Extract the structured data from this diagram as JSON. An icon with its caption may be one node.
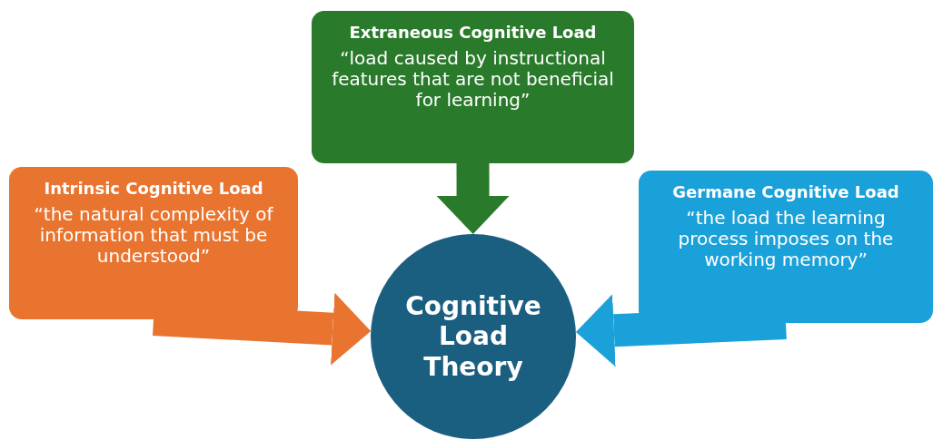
{
  "diagram": {
    "nodes": [
      {
        "text": [
          "Extraneous Cognitive Load",
          "“load caused by instructional features that are not beneficial for learning”"
        ]
      },
      {
        "text": [
          "Intrinsic Cognitive Load",
          "“the natural complexity of information that must be understood”"
        ]
      },
      {
        "text": [
          "Germane Cognitive Load",
          "“the load the learning process imposes on the working memory”"
        ]
      },
      {
        "text": [
          "Cognitive Load Theory"
        ]
      }
    ],
    "edges": [
      {
        "from": 0,
        "to": 3,
        "arrow": "to",
        "color": "#2a7a2c"
      },
      {
        "from": 1,
        "to": 3,
        "arrow": "to",
        "color": "#e8742f"
      },
      {
        "from": 2,
        "to": 3,
        "arrow": "to",
        "color": "#1ba1d9"
      }
    ]
  }
}
